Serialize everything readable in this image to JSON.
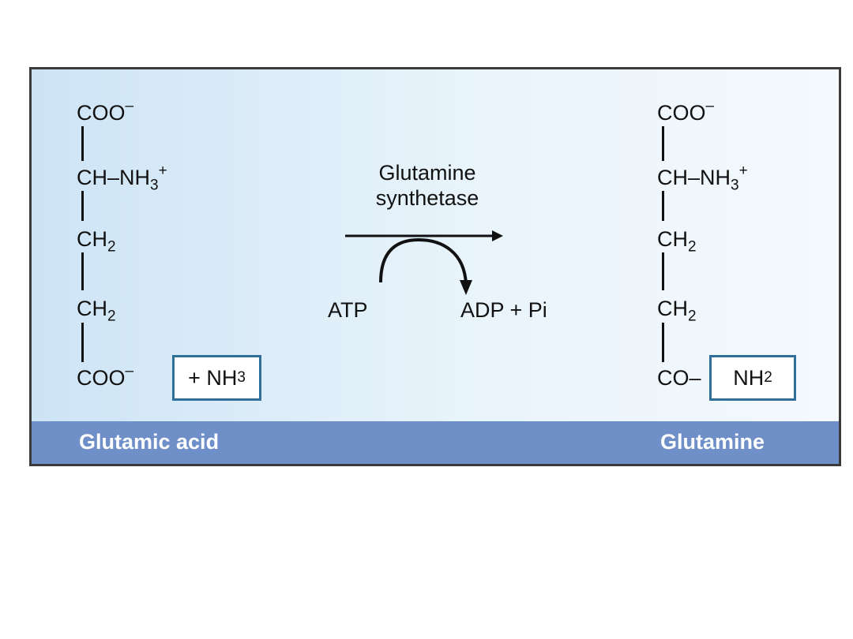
{
  "substrate": {
    "name": "Glutamic acid",
    "lines": [
      {
        "base": "COO",
        "sup": "–"
      },
      {
        "base": "CH–NH",
        "sub": "3",
        "sup": "+"
      },
      {
        "base": "CH",
        "sub": "2"
      },
      {
        "base": "CH",
        "sub": "2"
      },
      {
        "base": "COO",
        "sup": "–"
      }
    ],
    "reagent_box": {
      "base": "+ NH",
      "sub": "3"
    }
  },
  "product": {
    "name": "Glutamine",
    "lines": [
      {
        "base": "COO",
        "sup": "–"
      },
      {
        "base": "CH–NH",
        "sub": "3",
        "sup": "+"
      },
      {
        "base": "CH",
        "sub": "2"
      },
      {
        "base": "CH",
        "sub": "2"
      },
      {
        "base": "CO–"
      }
    ],
    "group_box": {
      "base": "NH",
      "sub": "2"
    }
  },
  "reaction": {
    "enzyme_line1": "Glutamine",
    "enzyme_line2": "synthetase",
    "cofactor_in": "ATP",
    "cofactor_out": "ADP + Pi"
  },
  "colors": {
    "footer": "#6f8fc9",
    "box_border": "#2f6f9a",
    "panel_gradient_start": "#cde4f5"
  }
}
